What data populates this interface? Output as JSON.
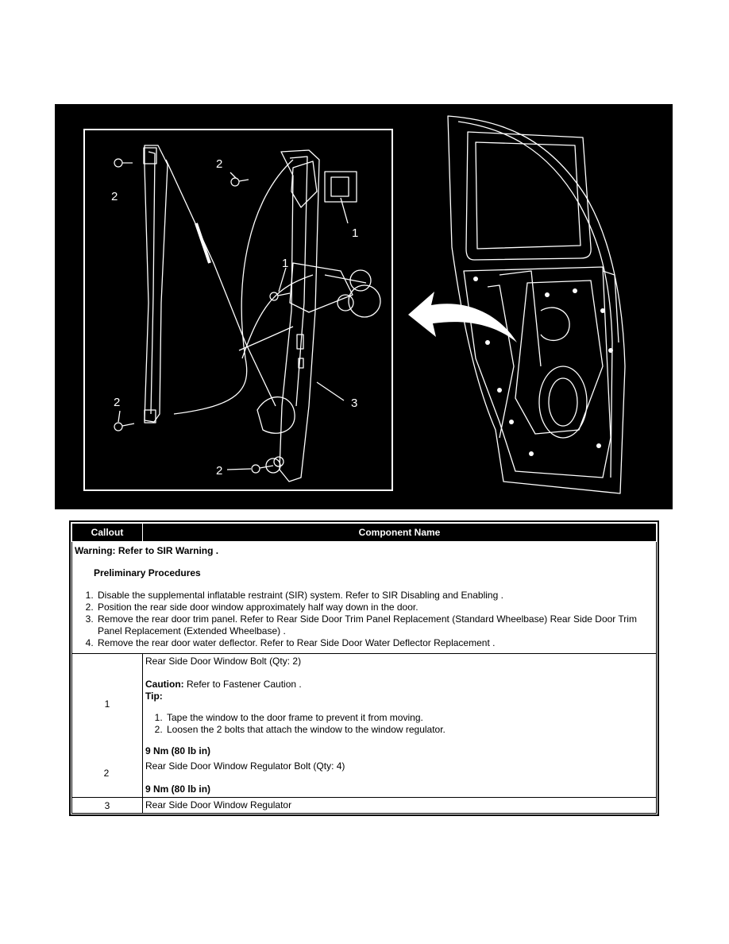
{
  "figure": {
    "callouts": [
      "1",
      "1",
      "2",
      "2",
      "2",
      "2",
      "3"
    ]
  },
  "table": {
    "headers": {
      "callout": "Callout",
      "component": "Component Name"
    },
    "warning": "Warning: Refer to SIR Warning .",
    "preliminary_title": "Preliminary Procedures",
    "preliminary_steps": [
      "Disable the supplemental inflatable restraint (SIR) system. Refer to SIR Disabling and Enabling .",
      "Position the rear side door window approximately half way down in the door.",
      "Remove the rear door trim panel. Refer to Rear Side Door Trim Panel Replacement (Standard Wheelbase) Rear Side Door Trim Panel Replacement (Extended Wheelbase) .",
      "Remove the rear door water deflector. Refer to Rear Side Door Water Deflector Replacement ."
    ],
    "rows": [
      {
        "callout": "1",
        "name": "Rear Side Door Window Bolt (Qty: 2)",
        "caution_label": "Caution:",
        "caution_text": "Refer to Fastener Caution .",
        "tip_label": "Tip:",
        "tips": [
          "Tape the window to the door frame to prevent it from moving.",
          "Loosen the 2 bolts that attach the window to the window regulator."
        ],
        "torque": "9 Nm (80 lb in)"
      },
      {
        "callout": "2",
        "name": "Rear Side Door Window Regulator Bolt (Qty: 4)",
        "torque": "9 Nm (80 lb in)"
      },
      {
        "callout": "3",
        "name": "Rear Side Door Window Regulator"
      }
    ]
  }
}
